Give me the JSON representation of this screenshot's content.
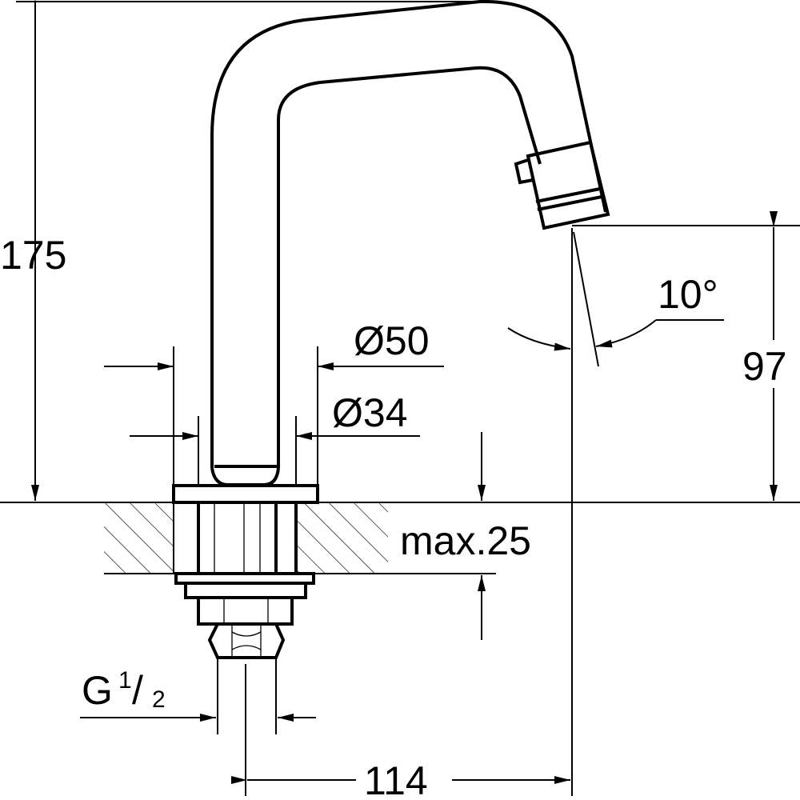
{
  "dimensions": {
    "height_total": "175",
    "diameter_outer": "Ø50",
    "diameter_inner": "Ø34",
    "spout_height": "97",
    "angle": "10°",
    "max_thickness": "max.25",
    "thread_letter": "G",
    "thread_num": "1",
    "thread_den": "2",
    "projection": "114"
  }
}
